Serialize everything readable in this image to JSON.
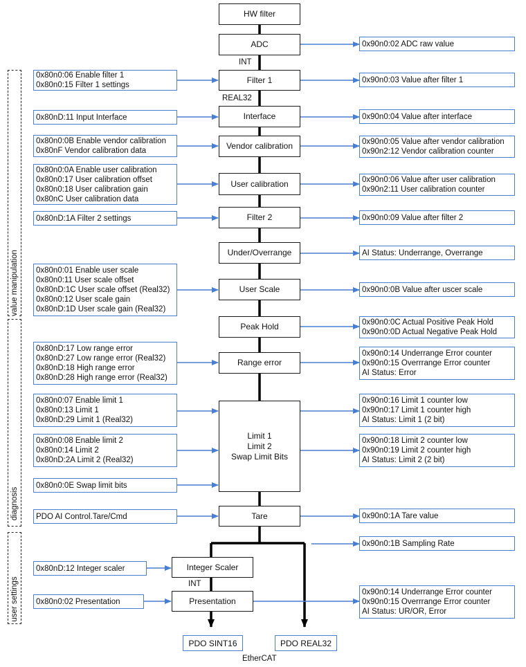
{
  "processes": {
    "hw_filter": "HW filter",
    "adc": "ADC",
    "filter1": "Filter 1",
    "interface": "Interface",
    "vendor_cal": "Vendor calibration",
    "user_cal": "User calibration",
    "filter2": "Filter 2",
    "under_over": "Under/Overrange",
    "user_scale": "User Scale",
    "peak_hold": "Peak Hold",
    "range_error": "Range error",
    "limits": [
      "Limit 1",
      "Limit 2",
      "Swap Limit Bits"
    ],
    "tare": "Tare",
    "int_scaler": "Integer Scaler",
    "presentation": "Presentation"
  },
  "inputs": {
    "filter1": [
      "0x80n0:06 Enable filter 1",
      "0x80n0:15 Filter 1 settings"
    ],
    "interface": [
      "0x80nD:11 Input Interface"
    ],
    "vendor_cal": [
      "0x80n0:0B Enable vendor calibration",
      "0x80nF Vendor calibration data"
    ],
    "user_cal": [
      "0x80n0:0A Enable user calibration",
      "0x80n0:17 User calibration offset",
      "0x80n0:18 User calibration gain",
      "0x80nC User calibration data"
    ],
    "filter2": [
      "0x80nD:1A Filter 2 settings"
    ],
    "user_scale": [
      "0x80n0:01 Enable user scale",
      "0x80n0:11 User scale offset",
      "0x80nD:1C User scale offset (Real32)",
      "0x80n0:12 User scale gain",
      "0x80nD:1D User scale gain (Real32)"
    ],
    "range_error": [
      "0x80nD:17 Low range error",
      "0x80nD:27 Low range error (Real32)",
      "0x80nD:18 High range error",
      "0x80nD:28 High range error (Real32)"
    ],
    "limit1": [
      "0x80n0:07 Enable limit 1",
      "0x80n0:13 Limit 1",
      "0x80nD:29 Limit 1 (Real32)"
    ],
    "limit2": [
      "0x80n0:08 Enable limit 2",
      "0x80n0:14 Limit 2",
      "0x80nD:2A Limit 2 (Real32)"
    ],
    "swap": [
      "0x80n0:0E Swap limit bits"
    ],
    "tare": [
      "PDO AI Control.Tare/Cmd"
    ],
    "int_scaler": [
      "0x80nD:12 Integer scaler"
    ],
    "presentation": [
      "0x80n0:02 Presentation"
    ]
  },
  "outputs": {
    "adc": [
      "0x90n0:02 ADC raw value"
    ],
    "filter1": [
      "0x90n0:03 Value after filter 1"
    ],
    "interface": [
      "0x90n0:04 Value after interface"
    ],
    "vendor_cal": [
      "0x90n0:05 Value after vendor calibration",
      "0x90n2:12 Vendor calibration counter"
    ],
    "user_cal": [
      "0x90n0:06 Value after user calibration",
      "0x90n2:11 User calibration counter"
    ],
    "filter2": [
      "0x90n0:09 Value after filter 2"
    ],
    "under_over": [
      "AI Status: Underrange, Overrange"
    ],
    "user_scale": [
      "0x90n0:0B Value after uscer scale"
    ],
    "peak_hold": [
      "0x90n0:0C Actual Positive Peak Hold",
      "0x90n0:0D Actual Negative Peak Hold"
    ],
    "range_error": [
      "0x90n0:14 Underrange Error counter",
      "0x90n0:15 Overrrange Error counter",
      "AI Status: Error"
    ],
    "limit1": [
      "0x90n0:16 Limit 1 counter low",
      "0x90n0:17 Limit 1 counter high",
      "AI Status: Limit 1 (2 bit)"
    ],
    "limit2": [
      "0x90n0:18 Limit 2 counter low",
      "0x90n0:19 Limit 2 counter high",
      "AI Status: Limit 2 (2 bit)"
    ],
    "tare": [
      "0x90n0:1A Tare value"
    ],
    "sampling": [
      "0x90n0:1B Sampling Rate"
    ],
    "presentation": [
      "0x90n0:14  Underrange Error counter",
      "0x90n0:15  Overrrange Error counter",
      "AI Status: UR/OR, Error"
    ]
  },
  "pdo": {
    "sint16": "PDO SINT16",
    "real32": "PDO REAL32"
  },
  "labels": {
    "int_adc": "INT",
    "real32": "REAL32",
    "int_scaler": "INT",
    "ethercat": "EtherCAT"
  },
  "groups": {
    "value_manipulation": "value manipulation",
    "diagnosis": "diagnosis",
    "user_settings": "user settings"
  },
  "colors": {
    "arrow": "#4a7fd0",
    "main_path": "#000000"
  }
}
